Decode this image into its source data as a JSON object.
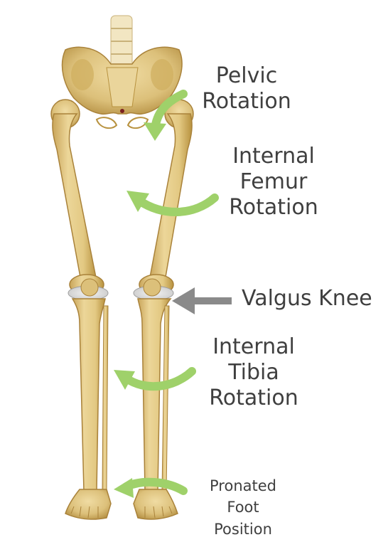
{
  "labels": {
    "pelvic": "Pelvic\nRotation",
    "femur": "Internal\nFemur\nRotation",
    "valgus": "Valgus Knee",
    "tibia": "Internal\nTibia\nRotation",
    "foot": "Pronated\nFoot\nPosition"
  },
  "colors": {
    "bone": "#e3cb86",
    "bone_shade": "#b8923f",
    "arrow_green": "#9fd16a",
    "arrow_gray": "#8a8a8a",
    "text": "#3f3f3f"
  }
}
